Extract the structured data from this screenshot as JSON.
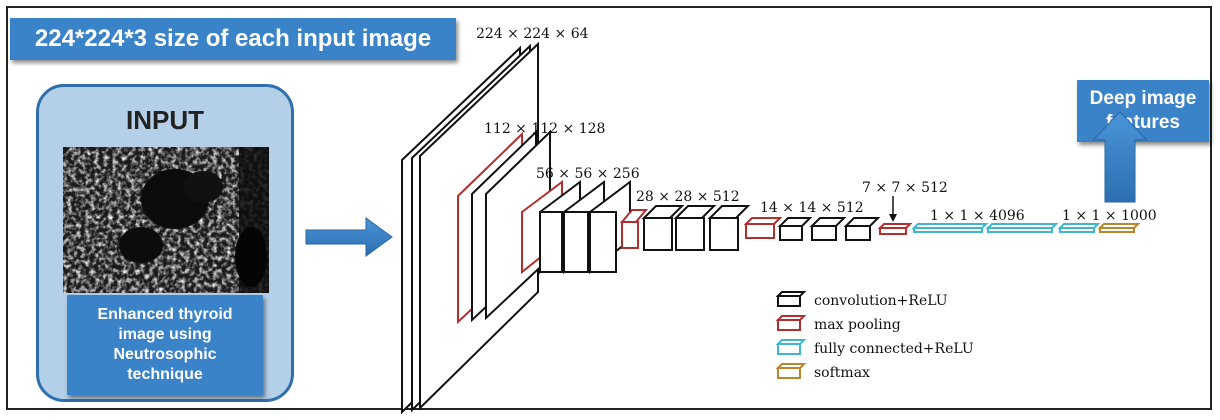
{
  "banner": {
    "text": "224*224*3 size of each input image"
  },
  "input_panel": {
    "title": "INPUT",
    "caption": "Enhanced thyroid\nimage using\nNeutrosophic\ntechnique"
  },
  "output": {
    "label": "Deep image\nfeatures"
  },
  "layer_dims": {
    "conv1": "224 × 224 × 64",
    "conv2": "112 × 112 × 128",
    "conv3": "56 × 56 × 256",
    "conv4": "28 × 28 × 512",
    "conv5": "14 × 14 × 512",
    "pool5": "7 × 7 × 512",
    "fc1": "1 × 1 × 4096",
    "fc3": "1 × 1 × 1000"
  },
  "legend": [
    {
      "label": "convolution+ReLU",
      "color": "#111111"
    },
    {
      "label": "max pooling",
      "color": "#b03030"
    },
    {
      "label": "fully connected+ReLU",
      "color": "#3fb6cf"
    },
    {
      "label": "softmax",
      "color": "#b8862e"
    }
  ],
  "colors": {
    "accent": "#3b83c9",
    "panel": "#b4cfe8",
    "conv": "#111111",
    "pool": "#b03030",
    "fc": "#3fb6cf",
    "softmax": "#b8862e"
  }
}
